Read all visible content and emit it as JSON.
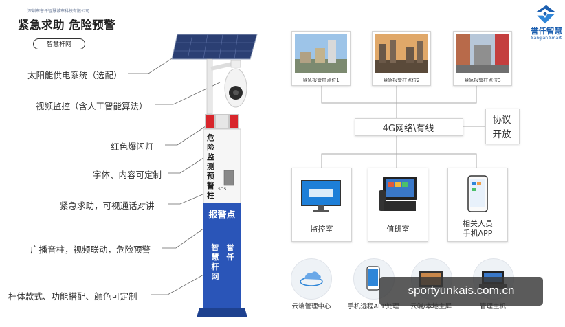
{
  "header": {
    "small_text": "深圳市誉仟智慧城市科技有限公司",
    "title": "紧急求助 危险预警",
    "subtitle": "智慧杆网"
  },
  "logo": {
    "text": "誉仟智慧",
    "en": "Sangian Smart",
    "color": "#1c5fb0"
  },
  "callouts": [
    "太阳能供电系统（选配）",
    "视频监控（含人工智能算法）",
    "红色爆闪灯",
    "字体、内容可定制",
    "紧急求助，可视通话对讲",
    "广播音柱，视频联动，危险预警",
    "杆体款式、功能搭配、颜色可定制"
  ],
  "pole": {
    "box_text": "危险监测预警柱",
    "sos": "SOS",
    "column_text_1": "报警点",
    "column_text_2": "誉仟",
    "column_text_3": "智慧杆网",
    "color": "#2a55b8"
  },
  "cameras": [
    {
      "label": "紧急报警柱点位1",
      "icon": "plant-photo"
    },
    {
      "label": "紧急报警柱点位2",
      "icon": "city-photo"
    },
    {
      "label": "紧急报警柱点位3",
      "icon": "street-photo"
    }
  ],
  "network": {
    "label": "4G网络\\有线"
  },
  "protocol": {
    "line1": "协议",
    "line2": "开放"
  },
  "devices": [
    {
      "label": "监控室",
      "icon": "monitor-icon"
    },
    {
      "label": "值班室",
      "icon": "desk-phone-icon"
    },
    {
      "label": "相关人员",
      "label2": "手机APP",
      "icon": "phone-icon"
    }
  ],
  "bottom": [
    {
      "label": "云端管理中心",
      "icon": "cloud-icon"
    },
    {
      "label": "手机远程APP处理",
      "icon": "phone-icon"
    },
    {
      "label": "云端/本地主屏",
      "icon": "tablet-icon"
    },
    {
      "label": "管理主机",
      "icon": "host-icon"
    }
  ],
  "watermark": "sportyunkais.com.cn",
  "colors": {
    "line": "#a8a8a8",
    "accent": "#2a55b8",
    "flash": "#d8262c"
  }
}
